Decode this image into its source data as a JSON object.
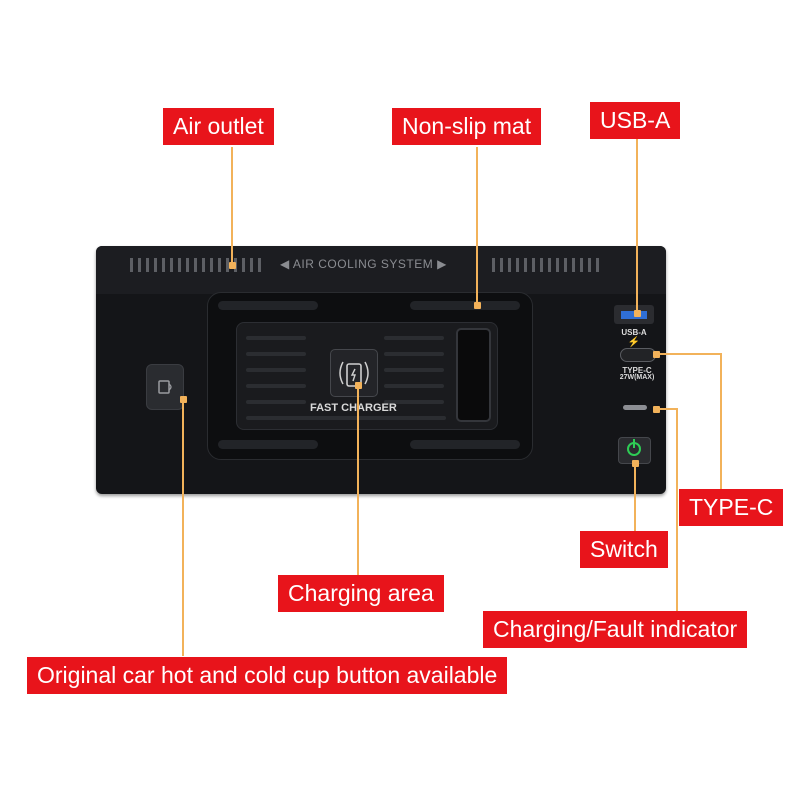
{
  "labels": {
    "air_outlet": "Air outlet",
    "non_slip_mat": "Non-slip mat",
    "usb_a": "USB-A",
    "type_c": "TYPE-C",
    "switch": "Switch",
    "charging_area": "Charging area",
    "charging_fault_indicator": "Charging/Fault indicator",
    "cup_button": "Original car hot and cold cup button available"
  },
  "device": {
    "air_cooling_text": "◀ AIR COOLING SYSTEM ▶",
    "fast_charger_text": "FAST CHARGER",
    "usb_a_port_text": "USB-A",
    "type_c_port_text": "TYPE-C",
    "type_c_power_text": "27W(MAX)"
  },
  "colors": {
    "label_bg": "#e8141b",
    "leader_line": "#f2b25a",
    "power_led": "#2ecc55",
    "usb_a_port": "#2f6fd6"
  }
}
